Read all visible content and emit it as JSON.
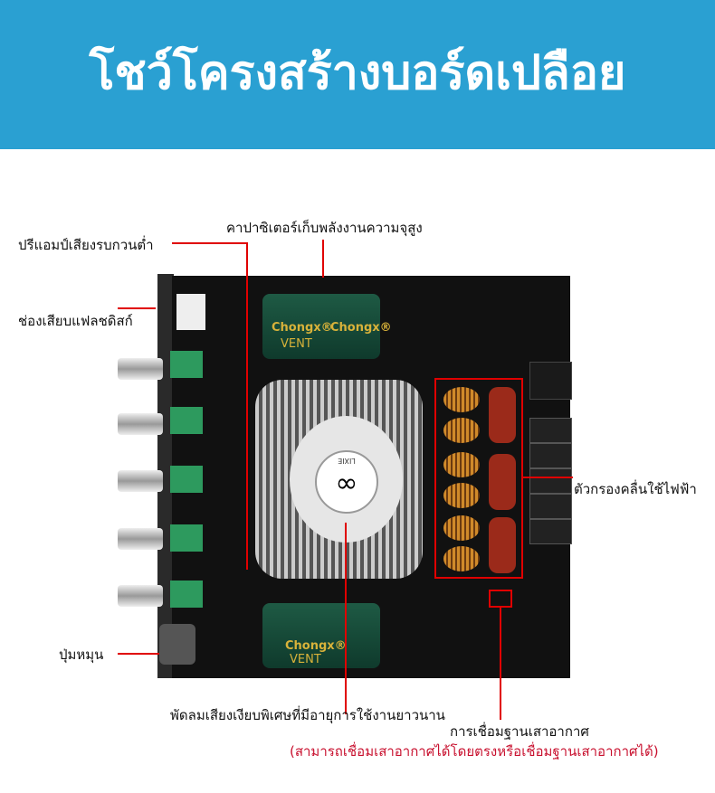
{
  "header": {
    "title": "โชว์โครงสร้างบอร์ดเปลือย"
  },
  "labels": {
    "preamp": "ปรีแอมป์เสียงรบกวนต่ำ",
    "capacitor": "คาปาซิเตอร์เก็บพลังงานความจุสูง",
    "usb_slot": "ช่องเสียบแฟลชดิสก์",
    "filter": "ตัวกรองคลื่นใช้ไฟฟ้า",
    "knob": "ปุ่มหมุน",
    "fan": "พัดลมเสียงเงียบพิเศษที่มีอายุการใช้งานยาวนาน",
    "antenna": "การเชื่อมฐานเสาอากาศ",
    "antenna_note": "(สามารถเชื่อมเสาอากาศได้โดยตรงหรือเชื่อมฐานเสาอากาศได้)"
  },
  "board": {
    "cap_brand": "Chongx®",
    "cap_text": "VENT",
    "fan_brand": "LIXIE"
  },
  "colors": {
    "header": "#2aa0d2",
    "annotation_line": "#e00000",
    "note_text": "#c8102e"
  }
}
